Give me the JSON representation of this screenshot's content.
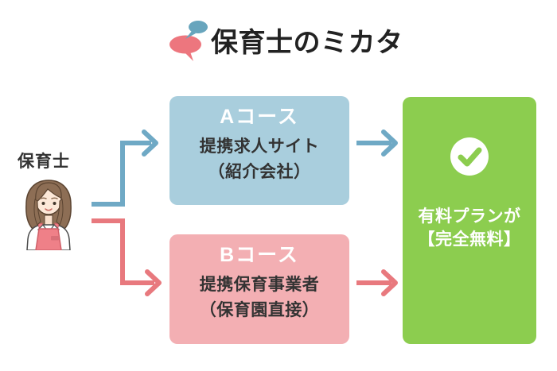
{
  "brand": {
    "title": "保育士のミカタ",
    "logo_colors": {
      "pink_bubble": "#ed767e",
      "blue_bubble": "#68a5bd"
    }
  },
  "actor": {
    "label": "保育士"
  },
  "courses": {
    "a": {
      "heading": "Aコース",
      "line1": "提携求人サイト",
      "line2": "（紹介会社）",
      "bg_color": "#a9cedd",
      "arrow_color": "#6fa9c5"
    },
    "b": {
      "heading": "Bコース",
      "line1": "提携保育事業者",
      "line2": "（保育園直接）",
      "bg_color": "#f3afb3",
      "arrow_color": "#e8797e"
    }
  },
  "result": {
    "line1": "有料プランが",
    "line2": "【完全無料】",
    "bg_color": "#8ccd4f",
    "icon": "check-circle-icon"
  }
}
